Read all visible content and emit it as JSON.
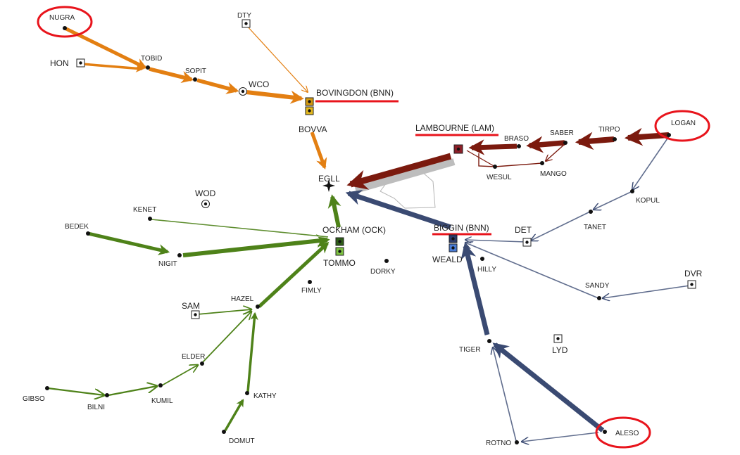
{
  "labels": {
    "nugra": "NUGRA",
    "hon": "HON",
    "tobid": "TOBID",
    "sopit": "SOPIT",
    "wco": "WCO",
    "dty": "DTY",
    "bovingdon": "BOVINGDON (BNN)",
    "bovva": "BOVVA",
    "egll": "EGLL",
    "lambourne": "LAMBOURNE (LAM)",
    "braso": "BRASO",
    "saber": "SABER",
    "tirpo": "TIRPO",
    "logan": "LOGAN",
    "wesul": "WESUL",
    "mango": "MANGO",
    "kopul": "KOPUL",
    "tanet": "TANET",
    "det": "DET",
    "biggin": "BIGGIN (BNN)",
    "weald": "WEALD",
    "hilly": "HILLY",
    "wod": "WOD",
    "kenet": "KENET",
    "bedek": "BEDEK",
    "nigit": "NIGIT",
    "ockham": "OCKHAM (OCK)",
    "tommo": "TOMMO",
    "dorky": "DORKY",
    "fimly": "FIMLY",
    "sam": "SAM",
    "hazel": "HAZEL",
    "elder": "ELDER",
    "gibso": "GIBSO",
    "bilni": "BILNI",
    "kumil": "KUMIL",
    "kathy": "KATHY",
    "domut": "DOMUT",
    "sandy": "SANDY",
    "dvr": "DVR",
    "lyd": "LYD",
    "tiger": "TIGER",
    "rotno": "ROTNO",
    "aleso": "ALESO"
  },
  "colors": {
    "northwest": "#E37F12",
    "northeast": "#7B1A0E",
    "southwest": "#4E8219",
    "southeast": "#3A4A72",
    "highlight": "#E8141C",
    "hold_biggin_top": "#2B3A6B",
    "hold_biggin_bottom": "#4A7CD6",
    "hold_ockham_top": "#2E5C18",
    "hold_ockham_bottom": "#7DC242",
    "hold_bovingdon_top": "#D39A10",
    "hold_bovingdon_bottom": "#E4B91F",
    "hold_lambourne": "#8C1F28"
  },
  "icons": {
    "waypoint": "filled-dot",
    "navaid": "square-dot",
    "airport": "star-cross"
  }
}
